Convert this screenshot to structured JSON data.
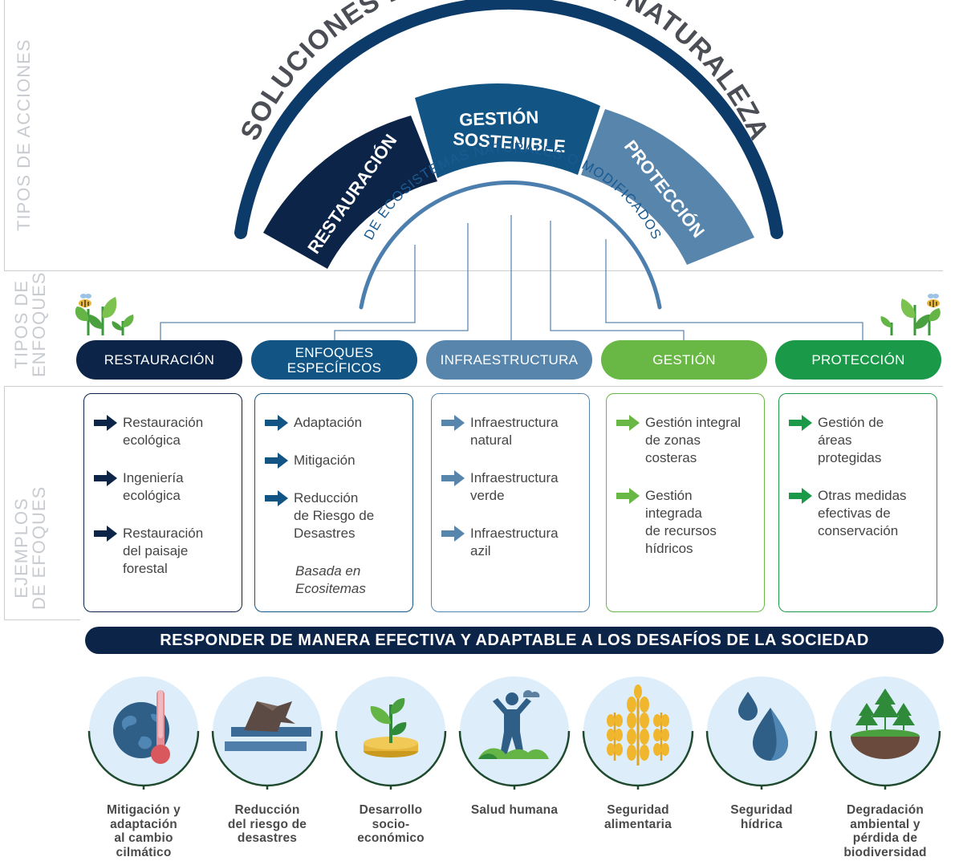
{
  "side_labels": {
    "actions": "TIPOS DE ACCIONES",
    "approaches_l1": "TIPOS DE",
    "approaches_l2": "ENFOQUES",
    "examples_l1": "EJEMPLOS",
    "examples_l2": "DE EFOQUES"
  },
  "arc": {
    "title": "SOLUCIONES BASADAS EN LA NATURALEZA",
    "segments": [
      "RESTAURACIÓN",
      "GESTIÓN",
      "SOSTENIBLE",
      "PROTECCIÓN"
    ],
    "subtitle": "DE ECOSISTEMAS NATURALES O MODIFICADOS"
  },
  "categories": [
    {
      "label_1": "RESTAURACIÓN",
      "label_2": "",
      "color": "#0c2447"
    },
    {
      "label_1": "ENFOQUES",
      "label_2": "ESPECÍFICOS",
      "color": "#125584"
    },
    {
      "label_1": "INFRAESTRUCTURA",
      "label_2": "",
      "color": "#5785ac"
    },
    {
      "label_1": "GESTIÓN",
      "label_2": "",
      "color": "#69b744"
    },
    {
      "label_1": "PROTECCIÓN",
      "label_2": "",
      "color": "#1a9a48"
    }
  ],
  "examples": [
    {
      "items": [
        "Restauración\necológica",
        "Ingeniería\necológica",
        "Restauración\ndel paisaje\nforestal"
      ],
      "note": ""
    },
    {
      "items": [
        "Adaptación",
        "Mitigación",
        "Reducción\nde Riesgo de\nDesastres"
      ],
      "note": "Basada en\nEcositemas"
    },
    {
      "items": [
        "Infraestructura\nnatural",
        "Infraestructura\nverde",
        "Infraestructura\nazil"
      ],
      "note": ""
    },
    {
      "items": [
        "Gestión integral\nde zonas\ncosteras",
        "Gestión\nintegrada\nde recursos\nhídricos"
      ],
      "note": ""
    },
    {
      "items": [
        "Gestión de\náreas\nprotegidas",
        "Otras medidas\nefectivas de\nconservación"
      ],
      "note": ""
    }
  ],
  "banner": "RESPONDER DE MANERA EFECTIVA Y ADAPTABLE A LOS DESAFÍOS DE LA SOCIEDAD",
  "challenges": [
    {
      "label": "Mitigación y\nadaptación\nal cambio\ncilmático",
      "icon": "globe-thermometer-icon"
    },
    {
      "label": "Reducción\ndel riesgo de\ndesastres",
      "icon": "disaster-icon"
    },
    {
      "label": "Desarrollo\nsocio-\neconómico",
      "icon": "sprout-coins-icon"
    },
    {
      "label": "Salud humana",
      "icon": "person-icon"
    },
    {
      "label": "Seguridad\nalimentaria",
      "icon": "wheat-icon"
    },
    {
      "label": "Seguridad\nhídrica",
      "icon": "water-drops-icon"
    },
    {
      "label": "Degradación\nambiental y\npérdida de\nbiodiversidad",
      "icon": "forest-soil-icon"
    }
  ]
}
